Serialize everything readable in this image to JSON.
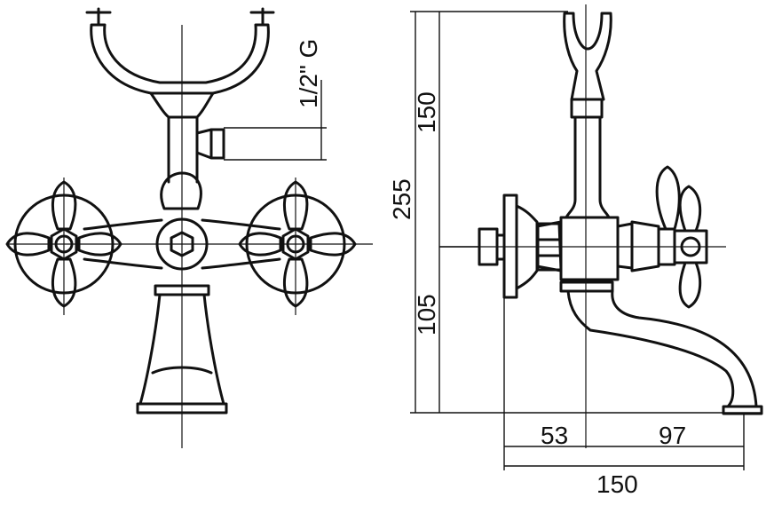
{
  "dimensions": {
    "thread": "1/2\" G",
    "total_height": "255",
    "upper_height": "150",
    "lower_height": "105",
    "wall_to_axis": "53",
    "axis_to_spout": "97",
    "total_depth": "150"
  }
}
